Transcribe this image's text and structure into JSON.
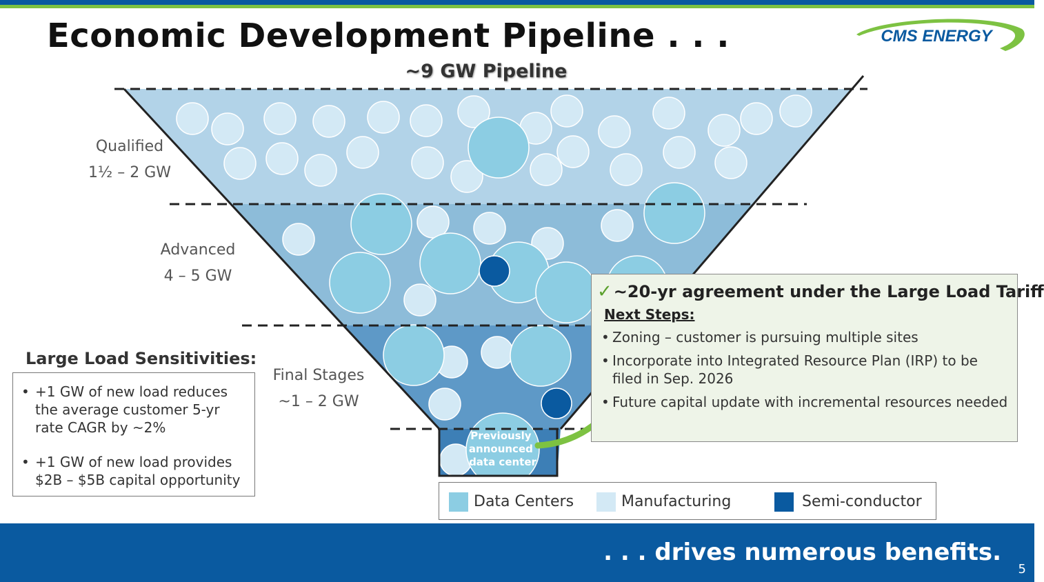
{
  "header": {
    "title": "Economic Development Pipeline . . .",
    "logo_text": "CMS ENERGY"
  },
  "funnel": {
    "title": "~9 GW Pipeline",
    "stages": [
      {
        "name": "Qualified",
        "range": "1½ – 2 GW"
      },
      {
        "name": "Advanced",
        "range": "4 – 5 GW"
      },
      {
        "name": "Final Stages",
        "range": "~1 – 2 GW"
      }
    ],
    "callout": "Previously announced data center"
  },
  "sensitivities": {
    "title": "Large Load Sensitivities:",
    "items": [
      "+1 GW of new load reduces the average customer 5-yr rate CAGR by ~2%",
      "+1 GW of new load provides $2B – $5B capital opportunity"
    ]
  },
  "agreement": {
    "check_icon": "✓",
    "headline": "~20-yr agreement under the Large Load Tariff",
    "next_steps_label": "Next Steps:",
    "steps": [
      "Zoning – customer is pursuing multiple sites",
      "Incorporate into Integrated Resource Plan (IRP) to be filed in Sep. 2026",
      "Future capital update with incremental resources needed"
    ]
  },
  "legend": {
    "items": [
      {
        "label": "Data Centers",
        "color": "#8ccde3"
      },
      {
        "label": "Manufacturing",
        "color": "#d3e9f5"
      },
      {
        "label": "Semi-conductor",
        "color": "#0a5aa0"
      }
    ]
  },
  "footer": {
    "tagline": ". . . drives numerous benefits.",
    "page_number": "5"
  },
  "colors": {
    "brand_blue": "#0a5aa0",
    "brand_green": "#7dc242",
    "stage_qualified": "#b2d3e8",
    "stage_advanced": "#8dbcd9",
    "stage_final": "#5e99c7",
    "stage_bottom": "#3d7fb6"
  }
}
